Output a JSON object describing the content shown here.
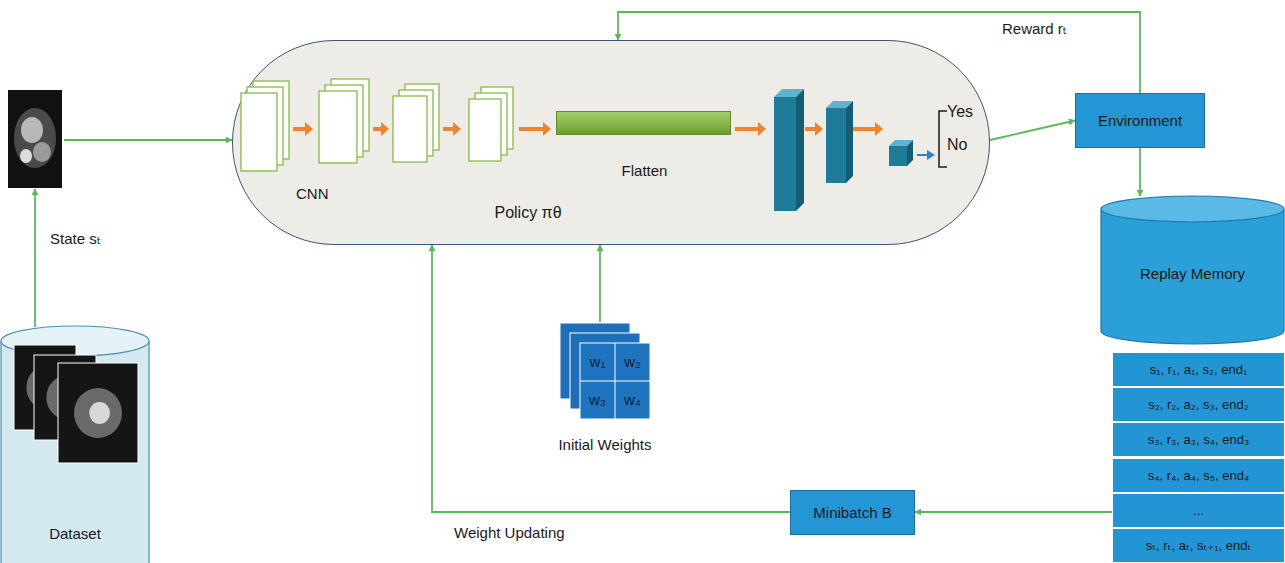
{
  "diagram": {
    "nodes": [
      {
        "text": [
          "Policy πθ"
        ]
      },
      {
        "text": [
          "Flatten"
        ],
        "in": 0
      },
      {
        "text": [
          "Environment"
        ]
      },
      {
        "text": [
          "Replay Memory"
        ]
      },
      {
        "text": [
          "Minibatch B"
        ]
      },
      {
        "text": [
          "Dataset"
        ]
      },
      {
        "text": [
          "State sₜ"
        ]
      },
      {
        "text": [
          "w₁",
          "w₂",
          "w₃",
          "w₄",
          "Initial Weights"
        ]
      },
      {
        "text": [
          "s₁, r₁, a₁, s₂, end₁",
          "s₂, r₂, a₂, s₃, end₂",
          "s₃, r₃, a₃, s₄, end₃",
          "s₄, r₄, a₄, s₅, end₄",
          "...",
          "sₜ, rₜ, aₜ, sₜ₊₁, endₜ"
        ]
      }
    ],
    "edges": [
      {
        "from": 6,
        "to": 0,
        "arrow": "to"
      },
      {
        "from": 5,
        "to": 6,
        "arrow": "to"
      },
      {
        "from": 0,
        "to": 2,
        "arrow": "to"
      },
      {
        "from": 2,
        "to": 0,
        "label": "Reward rₜ",
        "arrow": "to"
      },
      {
        "from": 2,
        "to": 3,
        "arrow": "to"
      },
      {
        "from": 8,
        "to": 4,
        "arrow": "to"
      },
      {
        "from": 4,
        "to": 0,
        "label": "Weight Updating",
        "arrow": "to"
      },
      {
        "from": 7,
        "to": 0,
        "arrow": "to"
      }
    ],
    "labels": [
      "CNN",
      "Yes",
      "No"
    ]
  }
}
